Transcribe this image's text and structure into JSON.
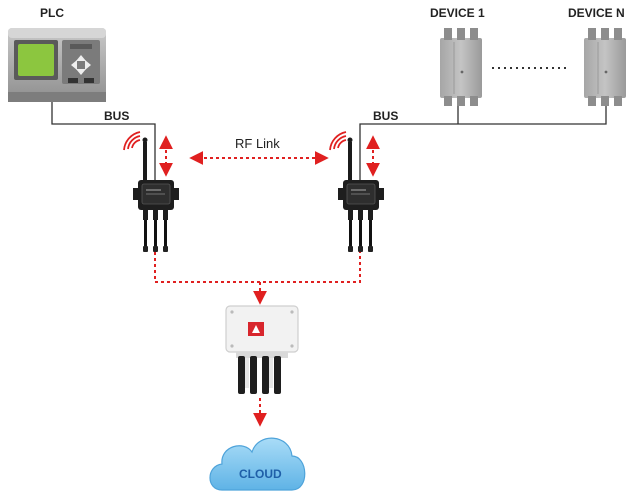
{
  "labels": {
    "plc": "PLC",
    "device_1": "DEVICE 1",
    "device_n": "DEVICE N",
    "bus_left": "BUS",
    "bus_right": "BUS",
    "rf_link": "RF Link",
    "cloud": "CLOUD"
  },
  "colors": {
    "link_red": "#e02020",
    "bus_line": "#333333",
    "device_gray": "#b9b9b9",
    "plc_screen": "#8cc63f",
    "cloud_blue": "#7fc6ee"
  },
  "icons": [
    "plc-icon",
    "wireless-node-icon",
    "gateway-icon",
    "cloud-icon",
    "device-icon",
    "wifi-signal-icon"
  ]
}
